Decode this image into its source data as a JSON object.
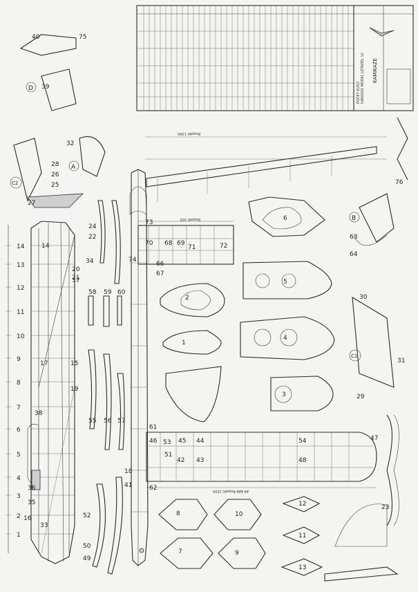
{
  "plan": {
    "title_block": "IVANOVO MODEL LETADEL 12",
    "model_name": "KAMIKAZE",
    "parts_list_header": "POČET KUSŮ"
  },
  "dimensions": {
    "fuselage_length": "Rozpětí 1260",
    "stabilizer_span": "Rozpětí 505",
    "wing_half_span": "2̶4̶ 1̶0̶0̶ Rozpětí 1500"
  },
  "ruler_numbers": [
    "14",
    "13",
    "12",
    "11",
    "10",
    "9",
    "8",
    "7",
    "6",
    "5",
    "4",
    "3",
    "2",
    "1"
  ],
  "detail_letters": [
    "A",
    "B",
    "C1",
    "C2",
    "D"
  ],
  "part_labels": {
    "wing": [
      "1",
      "2",
      "3",
      "4",
      "5",
      "6",
      "7",
      "8",
      "9",
      "10",
      "11",
      "12",
      "13",
      "14",
      "15",
      "16",
      "17",
      "18",
      "19",
      "20",
      "21",
      "22",
      "23",
      "24",
      "25",
      "26",
      "27",
      "28",
      "29",
      "30",
      "31",
      "32",
      "33",
      "34",
      "35",
      "36",
      "37",
      "38",
      "39",
      "40"
    ],
    "more": [
      "41",
      "42",
      "43",
      "44",
      "45",
      "46",
      "47",
      "48",
      "49",
      "50",
      "51",
      "52",
      "53",
      "54",
      "55",
      "56",
      "57",
      "58",
      "59",
      "60",
      "61",
      "62",
      "63",
      "64",
      "66",
      "67",
      "68",
      "69",
      "70",
      "71",
      "72",
      "73",
      "74",
      "75",
      "76"
    ]
  }
}
